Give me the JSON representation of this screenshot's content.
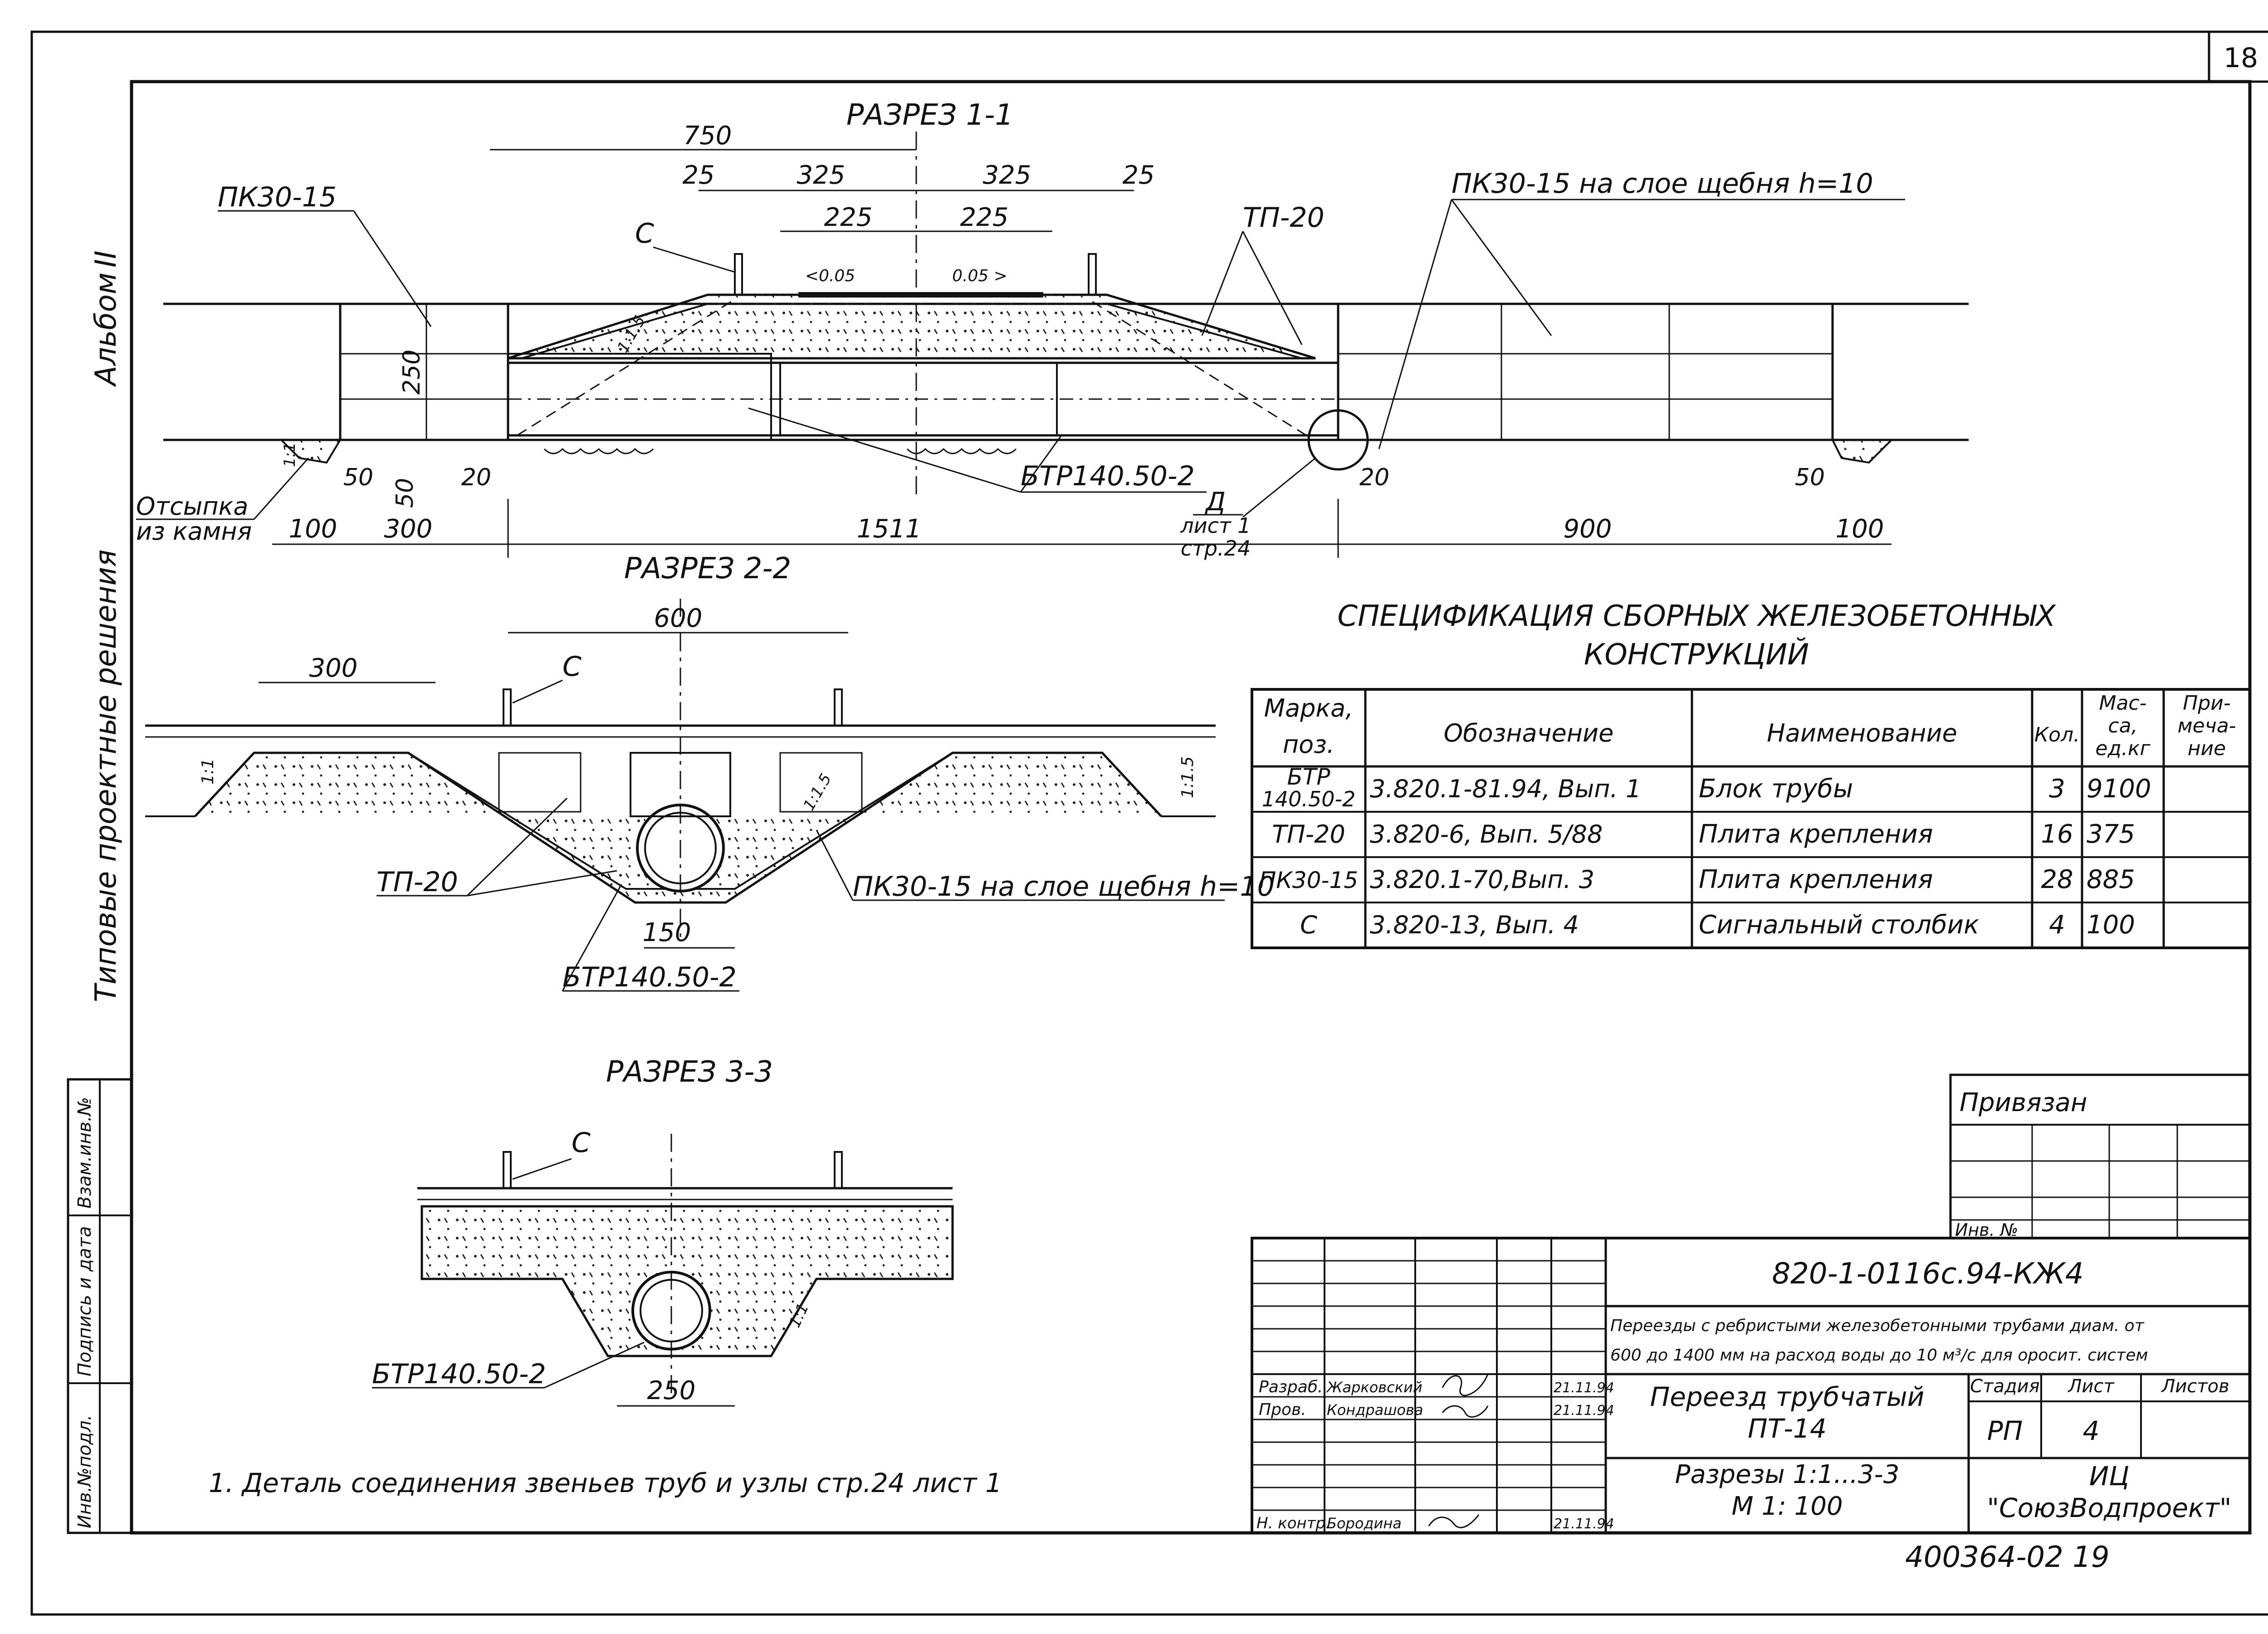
{
  "page_number": "18",
  "side_labels": {
    "album": "Альбом",
    "album_num": "II",
    "series": "Типовые проектные решения",
    "stamps": [
      "Взам.инв.№",
      "Подпись и дата",
      "Инв.№подл."
    ]
  },
  "section_1": {
    "title": "РАЗРЕЗ 1-1",
    "dim_top": "750",
    "dims_mid": [
      "25",
      "325",
      "325",
      "25"
    ],
    "dims_inner": [
      "225",
      "225"
    ],
    "slope_left": "<0.05",
    "slope_right": "0.05 >",
    "label_c": "С",
    "label_pk_left": "ПК30-15",
    "label_tp": "ТП-20",
    "label_pk_right": "ПК30-15 на слое щебня h=10",
    "label_btr": "БТР140.50-2",
    "dim_height": "250",
    "slope_1_1_5": "1:1.5",
    "slope_1_1": "1:1",
    "label_fill_1": "Отсыпка",
    "label_fill_2": "из камня",
    "dims_small": [
      "50",
      "50",
      "20",
      "20",
      "50"
    ],
    "dims_bottom": [
      "100",
      "300",
      "1511",
      "900",
      "100"
    ],
    "detail_mark": "Д",
    "detail_ref_1": "лист 1",
    "detail_ref_2": "стр.24"
  },
  "section_2": {
    "title": "РАЗРЕЗ 2-2",
    "dim_600": "600",
    "dim_300": "300",
    "dim_150": "150",
    "label_c": "С",
    "label_tp": "ТП-20",
    "label_pk": "ПК30-15 на слое щебня h=10",
    "label_btr": "БТР140.50-2",
    "slope_1_1": "1:1",
    "slope_1_1_5": "1:1.5",
    "slope_1_1_5b": "1:1.5"
  },
  "section_3": {
    "title": "РАЗРЕЗ 3-3",
    "label_c": "С",
    "label_btr": "БТР140.50-2",
    "dim_250": "250",
    "slope_1_1": "1:1"
  },
  "note": "1. Деталь соединения звеньев труб и узлы  стр.24  лист 1",
  "spec": {
    "title_1": "СПЕЦИФИКАЦИЯ СБОРНЫХ ЖЕЛЕЗОБЕТОННЫХ",
    "title_2": "КОНСТРУКЦИЙ",
    "headers": {
      "mark_1": "Марка,",
      "mark_2": "поз.",
      "designation": "Обозначение",
      "name": "Наименование",
      "qty": "Кол.",
      "mass_1": "Мас-",
      "mass_2": "са,",
      "mass_3": "ед.кг",
      "note_1": "При-",
      "note_2": "меча-",
      "note_3": "ние"
    },
    "rows": [
      {
        "mark_1": "БТР",
        "mark_2": "140.50-2",
        "designation": "3.820.1-81.94, Вып. 1",
        "name": "Блок трубы",
        "qty": "3",
        "mass": "9100"
      },
      {
        "mark_1": "ТП-20",
        "mark_2": "",
        "designation": "3.820-6, Вып. 5/88",
        "name": "Плита крепления",
        "qty": "16",
        "mass": "375"
      },
      {
        "mark_1": "ПК30-15",
        "mark_2": "",
        "designation": "3.820.1-70,Вып. 3",
        "name": "Плита крепления",
        "qty": "28",
        "mass": "885"
      },
      {
        "mark_1": "С",
        "mark_2": "",
        "designation": "3.820-13, Вып. 4",
        "name": "Сигнальный столбик",
        "qty": "4",
        "mass": "100"
      }
    ]
  },
  "title_block": {
    "privyazan": "Привязан",
    "inv_no": "Инв. №",
    "code": "820-1-0116с.94-КЖ4",
    "project_1": "Переезды с ребристыми железобетонными трубами диам. от",
    "project_2": "600 до 1400 мм на расход воды до 10 м³/с для оросит. систем",
    "object_1": "Переезд трубчатый",
    "object_2": "ПТ-14",
    "sheet_1": "Разрезы  1:1...3-3",
    "sheet_2": "М 1: 100",
    "stage_label": "Стадия",
    "sheet_label": "Лист",
    "sheets_label": "Листов",
    "stage": "РП",
    "sheet_num": "4",
    "org_1": "ИЦ",
    "org_2": "\"СоюзВодпроект\"",
    "roles": [
      {
        "role": "Разраб.",
        "name": "Жарковский",
        "date": "21.11.94"
      },
      {
        "role": "Пров.",
        "name": "Кондрашова",
        "date": "21.11.94"
      },
      {
        "role": "Н. контр.",
        "name": "Бородина",
        "date": "21.11.94"
      }
    ]
  },
  "archive_number": "400364-02  19"
}
